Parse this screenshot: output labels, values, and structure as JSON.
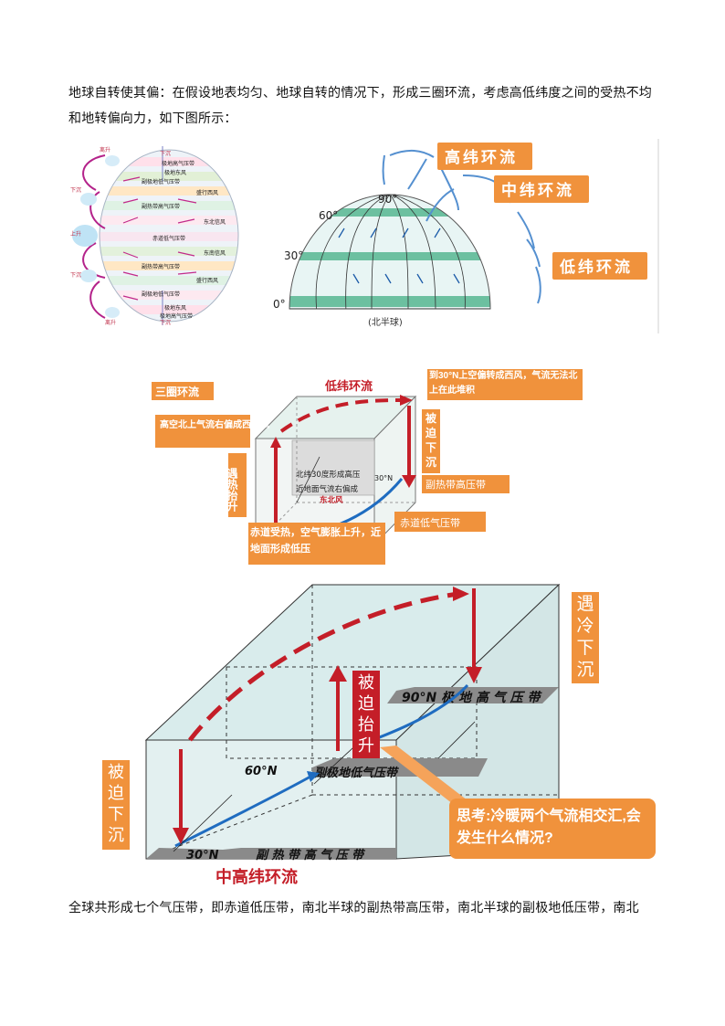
{
  "intro_text": "地球自转使其偏：在假设地表均匀、地球自转的情况下，形成三圈环流，考虑高低纬度之间的受热不均和地转偏向力，如下图所示：",
  "figure1": {
    "bands": [
      "极地高气压带",
      "极地东风",
      "副极地低气压带",
      "盛行西风",
      "副热带高气压带",
      "东北信风",
      "赤道低气压带",
      "东南信风",
      "副热带高气压带",
      "盛行西风",
      "副极地低气压带",
      "极地东风",
      "极地高气压带"
    ],
    "side_labels": [
      "离升",
      "下沉",
      "上升",
      "下沉",
      "下沉",
      "离升",
      "下沉"
    ]
  },
  "figure2": {
    "latitudes": [
      "90°",
      "60°",
      "30°",
      "0°"
    ],
    "caption": "(北半球)",
    "high_cell": "高纬环流",
    "mid_cell": "中纬环流",
    "low_cell": "低纬环流"
  },
  "figure3": {
    "title": "三圈环流",
    "cell": "低纬环流",
    "upper_flow": "高空北上气流右偏成西南风",
    "rising": "遇热抬升",
    "note_30n": "到30°N上空偏转成西风，气流无法北上在此堆积",
    "forced_sink": "被迫下沉",
    "high_30": "北纬30度形成高压",
    "surface_flow": "近地面气流右偏成",
    "ne_wind": "东北风",
    "lat_30n": "30°N",
    "subtropical_high": "副热带高压带",
    "equatorial_low": "赤道低气压带",
    "equator_heating": "赤道受热，空气膨胀上升，近地面形成低压"
  },
  "figure4": {
    "cold_sink": "遇冷下沉",
    "forced_lift": "被迫抬升",
    "forced_sink": "被迫下沉",
    "band_90": "90°N 极 地 高 气 压 带",
    "band_60_lat": "60°N",
    "band_60": "副极地低气压带",
    "band_30_lat": "30°N",
    "band_30": "副 热 带 高 气 压 带",
    "question": "思考:冷暖两个气流相交汇,会发生什么情况?",
    "caption": "中高纬环流"
  },
  "bottom_text": "全球共形成七个气压带，即赤道低压带，南北半球的副热带高压带，南北半球的副极地低压带，南北"
}
